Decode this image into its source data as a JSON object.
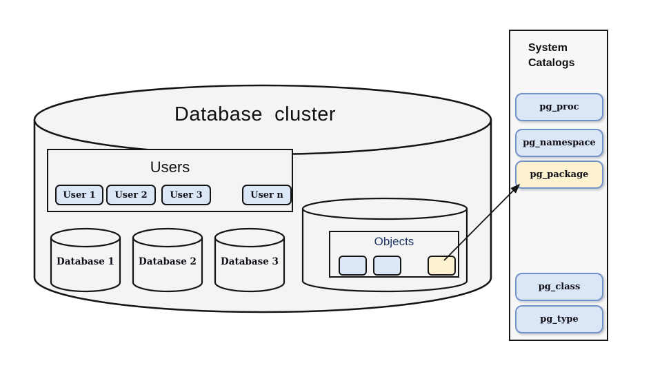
{
  "colors": {
    "shape-fill": "#f4f4f4",
    "panel-fill": "#f7f7f7",
    "blue-fill": "#dbe6f7",
    "yellow-fill": "#fdf2cf",
    "blue-border": "#7191c9",
    "line": "#141414",
    "navy-text": "#1f3864"
  },
  "cluster": {
    "title": "Database  cluster"
  },
  "users": {
    "title": "Users",
    "items": [
      "User 1",
      "User 2",
      "User 3",
      "User n"
    ]
  },
  "databases": [
    "Database 1",
    "Database 2",
    "Database 3"
  ],
  "objects": {
    "title": "Objects"
  },
  "system_catalogs": {
    "title": "System Catalogs",
    "items": [
      {
        "label": "pg_proc",
        "highlight": false
      },
      {
        "label": "pg_namespace",
        "highlight": false
      },
      {
        "label": "pg_package",
        "highlight": true
      },
      {
        "label": "pg_class",
        "highlight": false
      },
      {
        "label": "pg_type",
        "highlight": false
      }
    ]
  }
}
